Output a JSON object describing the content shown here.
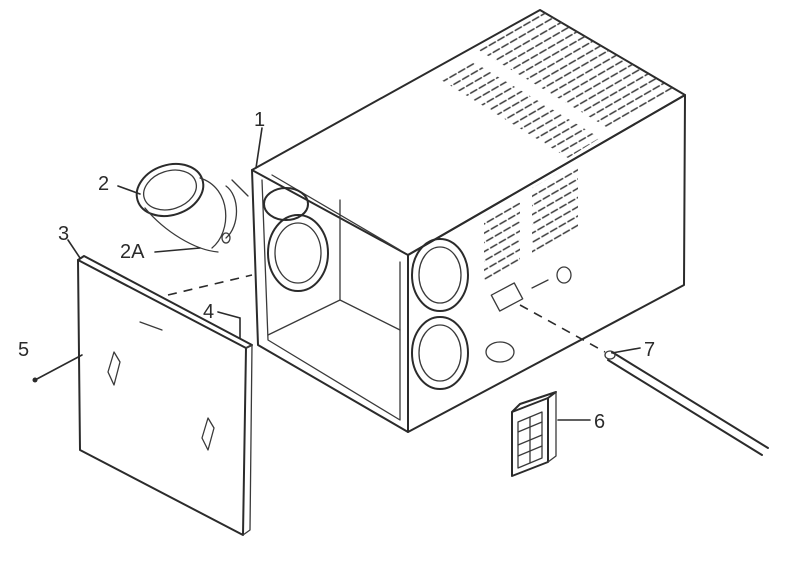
{
  "callouts": {
    "c1": "1",
    "c2": "2",
    "c2a": "2A",
    "c3": "3",
    "c4": "4",
    "c5": "5",
    "c6": "6",
    "c7": "7"
  },
  "colors": {
    "line": "#2b2b2b",
    "background": "#ffffff"
  }
}
